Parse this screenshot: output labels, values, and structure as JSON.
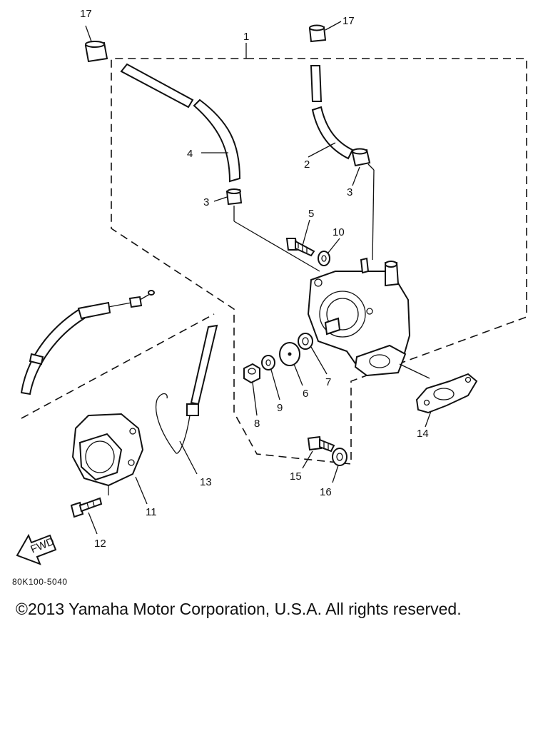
{
  "diagram": {
    "callouts": {
      "c1": "1",
      "c2": "2",
      "c3a": "3",
      "c3b": "3",
      "c4": "4",
      "c5": "5",
      "c6": "6",
      "c7": "7",
      "c8": "8",
      "c9": "9",
      "c10": "10",
      "c11": "11",
      "c12": "12",
      "c13": "13",
      "c14": "14",
      "c15": "15",
      "c16": "16",
      "c17a": "17",
      "c17b": "17"
    },
    "fwd_label": "FWD",
    "code": "80K100-5040"
  },
  "footer": {
    "copyright": "©2013 Yamaha Motor Corporation, U.S.A. All rights reserved."
  }
}
